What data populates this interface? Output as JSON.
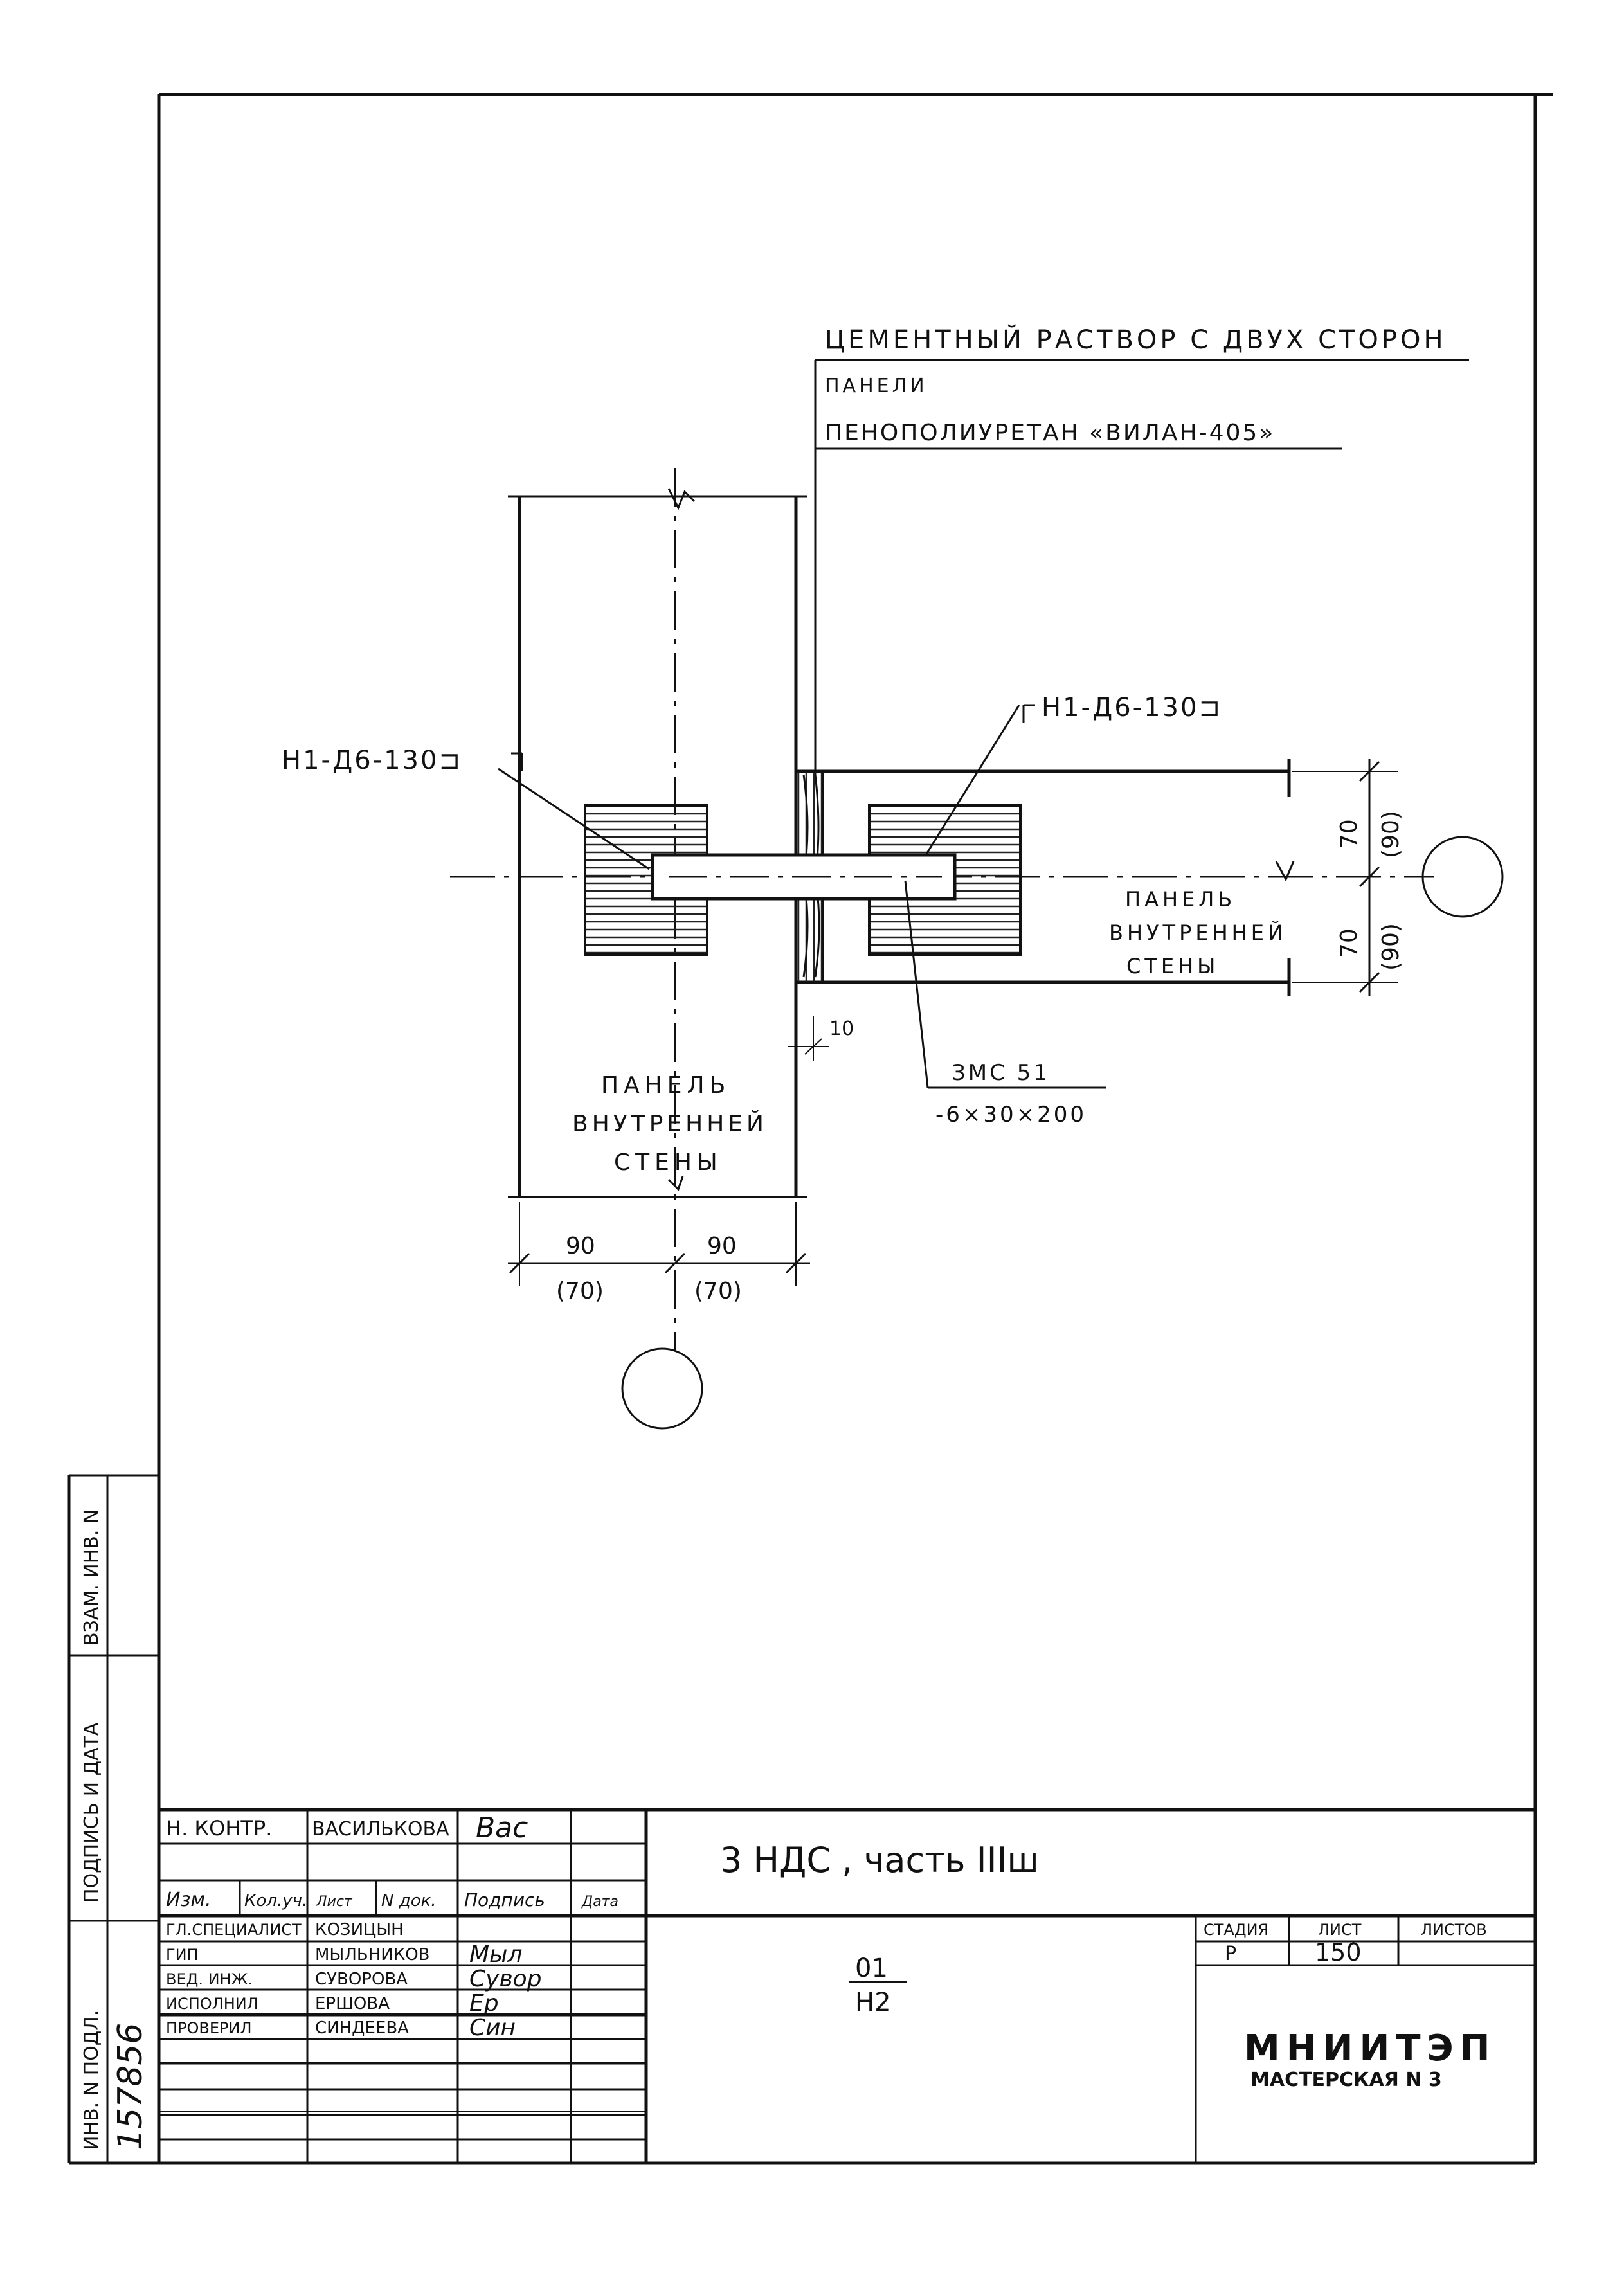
{
  "callouts": {
    "cement_line1": "ЦЕМЕНТНЫЙ РАСТВОР С ДВУХ СТОРОН",
    "cement_line2": "ПАНЕЛИ",
    "foam": "ПЕНОПОЛИУРЕТАН «ВИЛАН-405»",
    "mark_left": "Н1-Д6-130⊐",
    "mark_right": "Н1-Д6-130⊐",
    "plate_mark": "ЗМС 51",
    "plate_size": "-6×30×200"
  },
  "panel_right": [
    "ПАНЕЛЬ",
    "ВНУТРЕННЕЙ",
    "СТЕНЫ"
  ],
  "panel_bottom": [
    "ПАНЕЛЬ",
    "ВНУТРЕННЕЙ",
    "СТЕНЫ"
  ],
  "dims": {
    "right_top": "70",
    "right_top_alt": "(90)",
    "right_bottom": "70",
    "right_bottom_alt": "(90)",
    "bottom_left": "90",
    "bottom_left_alt": "(70)",
    "bottom_right": "90",
    "bottom_right_alt": "(70)",
    "gap": "10"
  },
  "side_stamp": [
    "ИНВ. N ПОДЛ.",
    "ПОДПИСЬ И ДАТА",
    "ВЗАМ. ИНВ. N"
  ],
  "side_inv_number": "157856",
  "title_block": {
    "norm_control_label": "Н. КОНТР.",
    "norm_control_name": "ВАСИЛЬКОВА",
    "norm_control_sign": "Вас",
    "col_headers": [
      "Изм.",
      "Кол.уч.",
      "Лист",
      "N док.",
      "Подпись",
      "Дата"
    ],
    "staff": [
      {
        "role": "ГЛ.СПЕЦИАЛИСТ",
        "name": "КОЗИЦЫН",
        "sign": ""
      },
      {
        "role": "ГИП",
        "name": "МЫЛЬНИКОВ",
        "sign": "Мыл"
      },
      {
        "role": "ВЕД. ИНЖ.",
        "name": "СУВОРОВА",
        "sign": "Сувор"
      },
      {
        "role": "ИСПОЛНИЛ",
        "name": "ЕРШОВА",
        "sign": "Ер"
      },
      {
        "role": "ПРОВЕРИЛ",
        "name": "СИНДЕЕВА",
        "sign": "Син"
      }
    ],
    "project_title": "3 НДС , часть IIIш",
    "node_top": "01",
    "node_bottom": "Н2",
    "stage_label": "СТАДИЯ",
    "sheet_label": "ЛИСТ",
    "sheets_label": "ЛИСТОВ",
    "stage": "Р",
    "sheet": "150",
    "sheets": "",
    "org_name": "МНИИТЭП",
    "org_workshop": "МАСТЕРСКАЯ N 3"
  }
}
